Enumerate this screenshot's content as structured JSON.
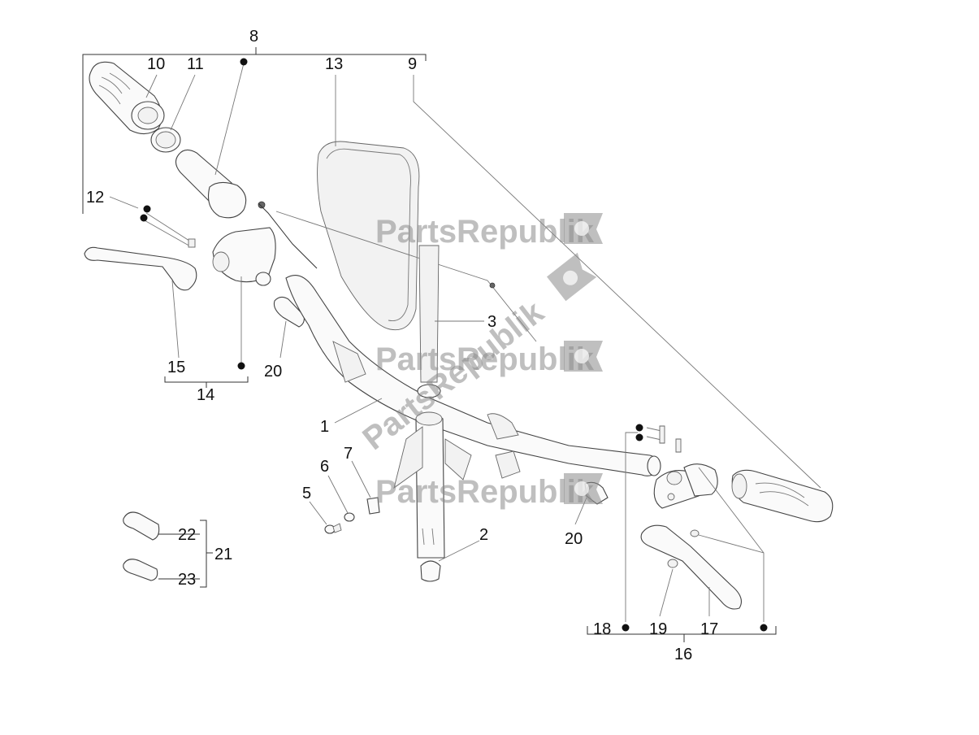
{
  "watermark": {
    "text": "PartsRepublik",
    "icon": "gear-flag-icon"
  },
  "callouts": {
    "c1": "1",
    "c2": "2",
    "c3": "3",
    "c5": "5",
    "c6": "6",
    "c7": "7",
    "c8": "8",
    "c9": "9",
    "c10": "10",
    "c11": "11",
    "c12": "12",
    "c13": "13",
    "c14": "14",
    "c15": "15",
    "c16": "16",
    "c17": "17",
    "c18": "18",
    "c19": "19",
    "c20a": "20",
    "c20b": "20",
    "c21": "21",
    "c22": "22",
    "c23": "23"
  },
  "colors": {
    "line": "#333333",
    "watermark": "#8a8a8a",
    "background": "#ffffff"
  }
}
